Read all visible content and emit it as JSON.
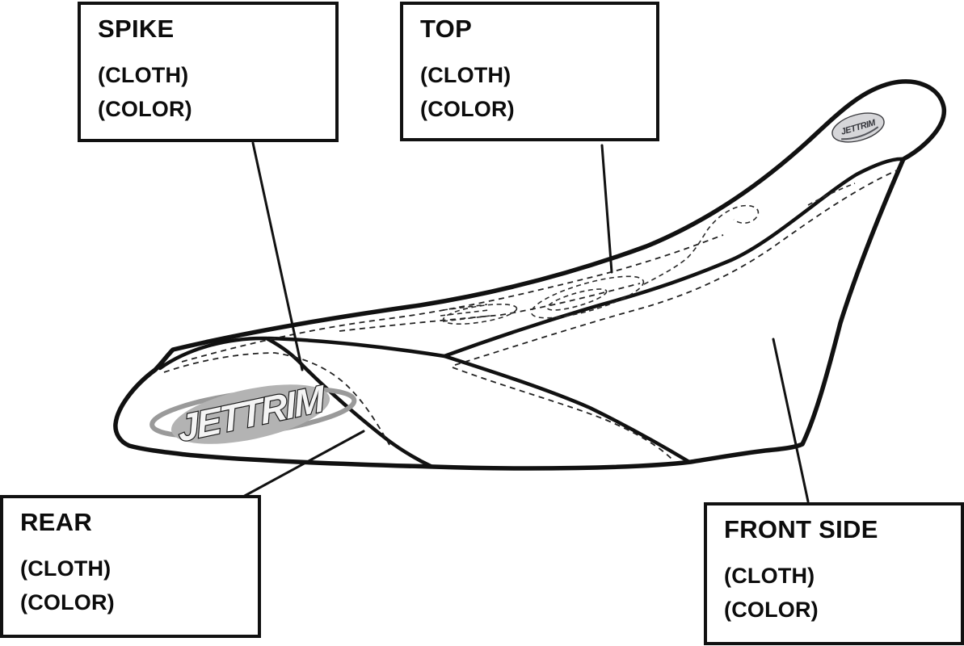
{
  "diagram": {
    "title_hint": "JetTrim seat cover panel diagram",
    "labels": {
      "spike": {
        "title": "SPIKE",
        "cloth": "(CLOTH)",
        "color": "(COLOR)"
      },
      "top": {
        "title": "TOP",
        "cloth": "(CLOTH)",
        "color": "(COLOR)"
      },
      "rear": {
        "title": "REAR",
        "cloth": "(CLOTH)",
        "color": "(COLOR)"
      },
      "front_side": {
        "title": "FRONT SIDE",
        "cloth": "(CLOTH)",
        "color": "(COLOR)"
      }
    },
    "logo": {
      "brand": "JETTRIM",
      "patch_text": "JETTRIM",
      "ellipse_fill": "#b3b3b3",
      "swoosh_color": "#9a9a9a",
      "text_fill": "#f4f4f4",
      "text_outline": "#1c1c1c",
      "patch_fill": "#d6d6d9"
    },
    "colors": {
      "background": "#ffffff",
      "line": "#111111",
      "stitch": "#222222"
    }
  }
}
